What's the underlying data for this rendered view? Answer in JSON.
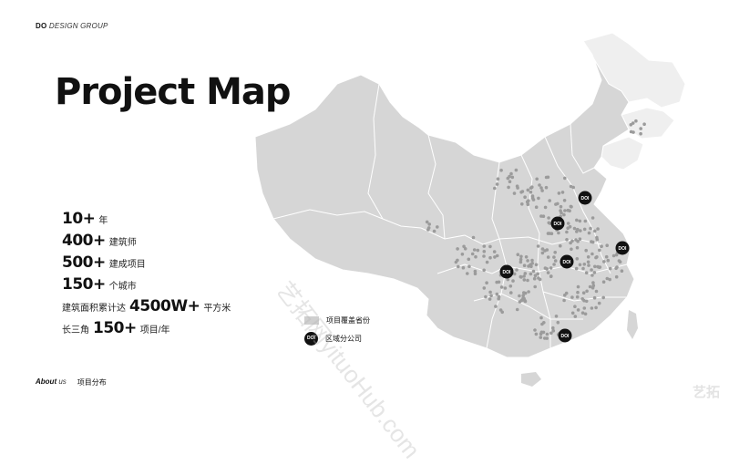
{
  "brand": {
    "bold": "DO",
    "rest": "DESIGN GROUP"
  },
  "title": "Project Map",
  "stats": [
    {
      "number": "10+",
      "label": "年"
    },
    {
      "number": "400+",
      "label": "建筑师"
    },
    {
      "number": "500+",
      "label": "建成项目"
    },
    {
      "number": "150+",
      "label": "个城市"
    }
  ],
  "area": {
    "prefix": "建筑面积累计达",
    "number": "4500W+",
    "suffix": "平方米"
  },
  "delta": {
    "prefix": "长三角",
    "number": "150+",
    "suffix": "项目/年"
  },
  "legend": {
    "covered": "项目覆盖省份",
    "branch": "区域分公司",
    "branch_icon_text": "DOI"
  },
  "footer": {
    "about_bold": "About",
    "about_rest": "us",
    "section": "项目分布"
  },
  "watermark": "艺拓网yituoHub.com",
  "corner_logo": "艺拓",
  "colors": {
    "province": "#d6d6d6",
    "province_light": "#efefef",
    "border": "#ffffff",
    "dot": "#9b9b9b",
    "branch": "#111111"
  }
}
